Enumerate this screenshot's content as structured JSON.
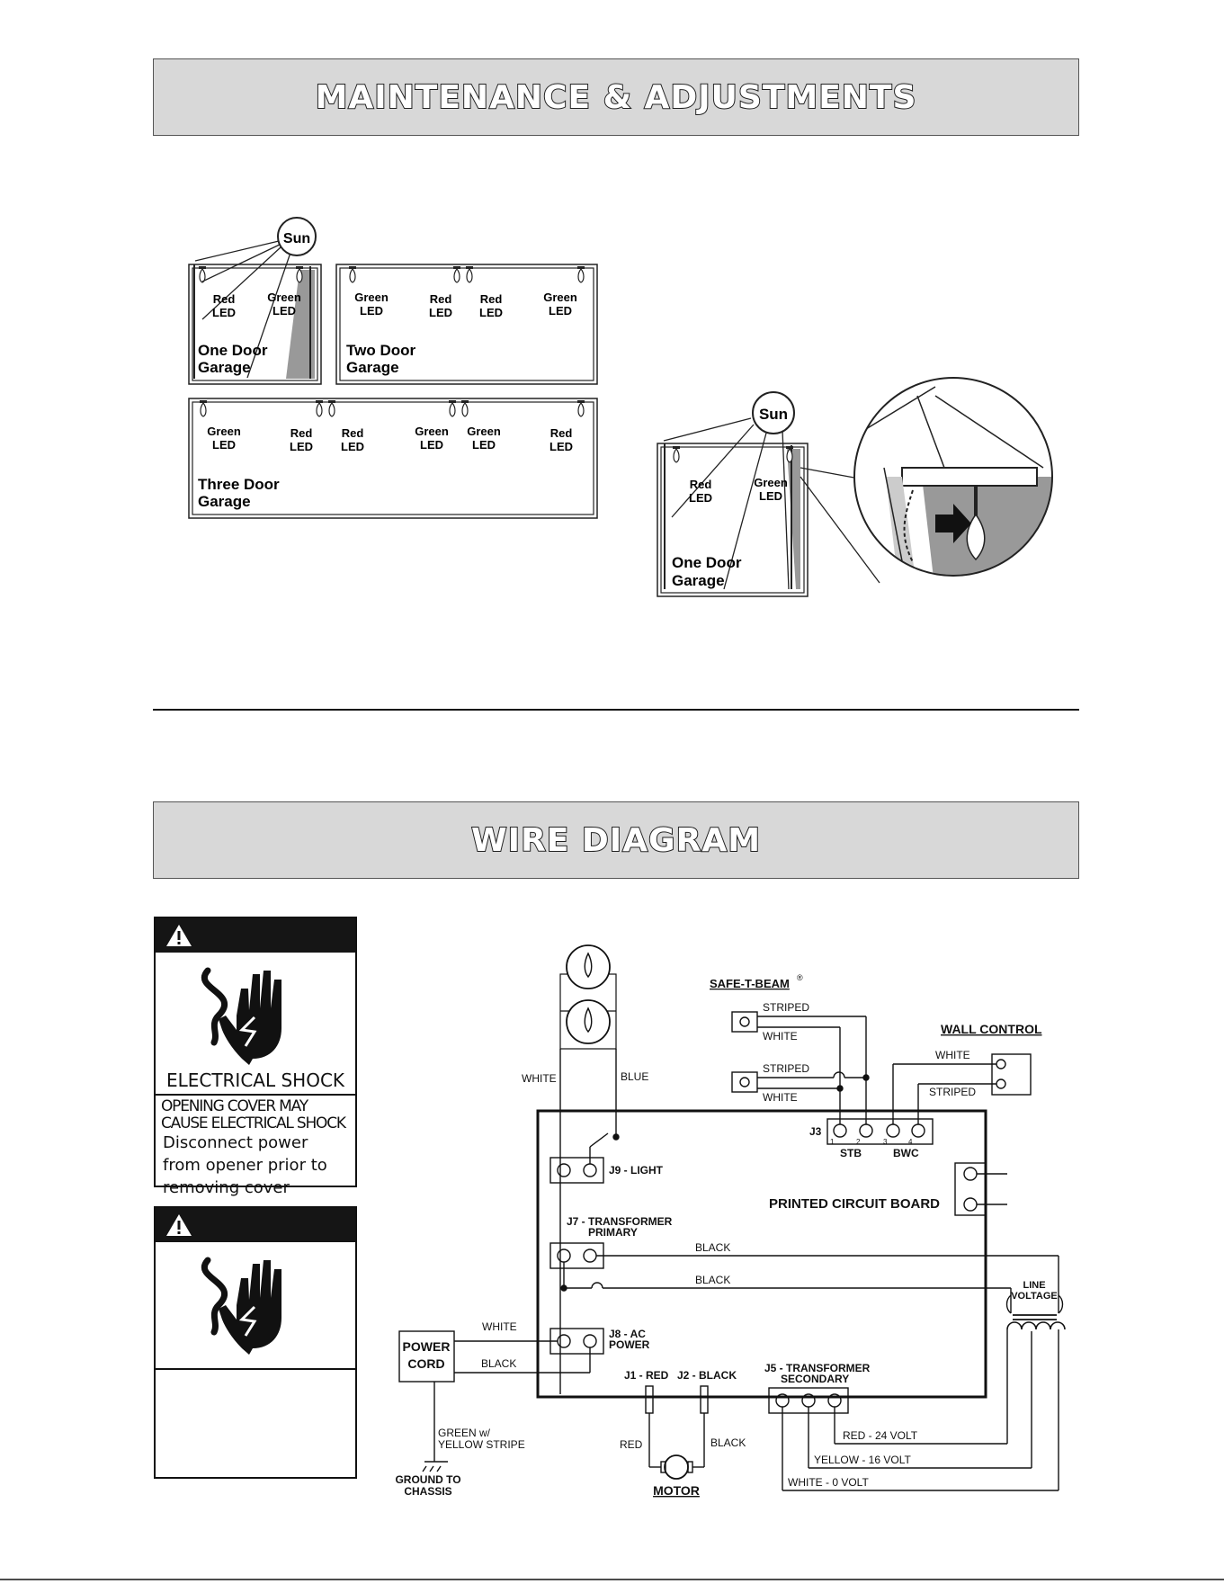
{
  "sections": {
    "maintenance_title": "MAINTENANCE & ADJUSTMENTS",
    "wire_title": "WIRE DIAGRAM"
  },
  "garage_figures": {
    "sun": "Sun",
    "red_led": [
      "Red",
      "LED"
    ],
    "green_led": [
      "Green",
      "LED"
    ],
    "one_door": [
      "One Door",
      "Garage"
    ],
    "two_door": [
      "Two Door",
      "Garage"
    ],
    "three_door": [
      "Three Door",
      "Garage"
    ]
  },
  "warning_1": {
    "title": "ELECTRICAL SHOCK",
    "line1": "OPENING COVER MAY",
    "line2": "CAUSE ELECTRICAL SHOCK",
    "body1": "Disconnect power",
    "body2": "from opener prior to",
    "body3": "removing cover"
  },
  "wiring": {
    "safe_t_beam": "SAFE-T-BEAM",
    "registered": "®",
    "wall_control": "WALL CONTROL",
    "striped": "STRIPED",
    "white": "WHITE",
    "blue": "BLUE",
    "black": "BLACK",
    "red": "RED",
    "j3": "J3",
    "j3_pins": [
      "1",
      "2",
      "3",
      "4"
    ],
    "stb": "STB",
    "bwc": "BWC",
    "j9": "J9 - LIGHT",
    "j7": [
      "J7 - TRANSFORMER",
      "PRIMARY"
    ],
    "j8": [
      "J8 - AC",
      "POWER"
    ],
    "pcb": "PRINTED CIRCUIT BOARD",
    "line_voltage": [
      "LINE",
      "VOLTAGE"
    ],
    "power_cord": [
      "POWER",
      "CORD"
    ],
    "j1": "J1 - RED",
    "j2": "J2 - BLACK",
    "j5": [
      "J5 - TRANSFORMER",
      "SECONDARY"
    ],
    "green_yellow": [
      "GREEN w/",
      "YELLOW STRIPE"
    ],
    "ground": [
      "GROUND TO",
      "CHASSIS"
    ],
    "motor": "MOTOR",
    "red_24": "RED - 24 VOLT",
    "yellow_16": "YELLOW - 16 VOLT",
    "white_0": "WHITE - 0 VOLT"
  }
}
